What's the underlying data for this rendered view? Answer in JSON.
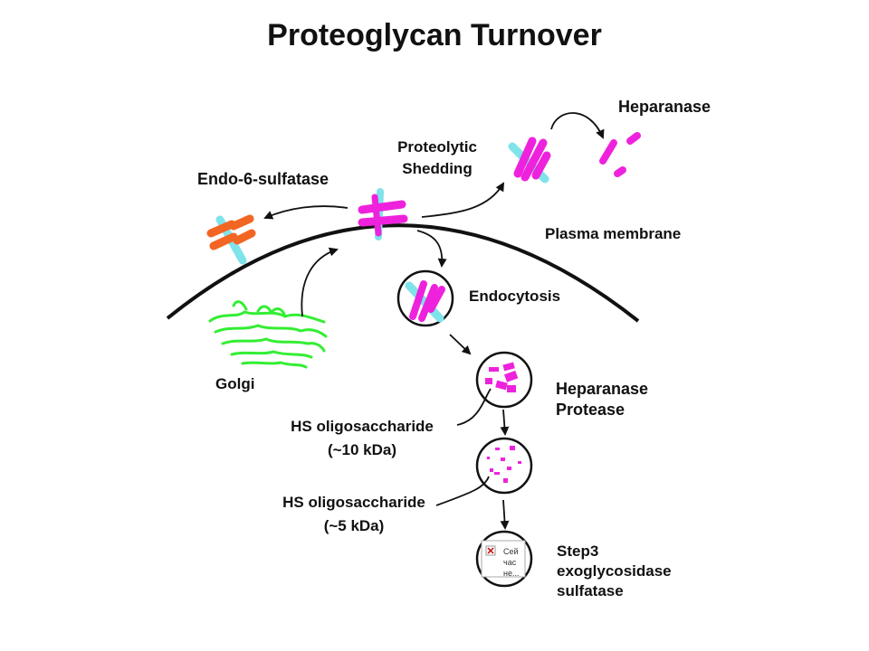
{
  "title": "Proteoglycan Turnover",
  "labels": {
    "heparanase_top": "Heparanase",
    "proteolytic_line1": "Proteolytic",
    "proteolytic_line2": "Shedding",
    "endo_sulfatase": "Endo-6-sulfatase",
    "plasma_membrane": "Plasma membrane",
    "endocytosis": "Endocytosis",
    "golgi": "Golgi",
    "heparanase_protease_line1": "Heparanase",
    "heparanase_protease_line2": "Protease",
    "hs_oligo_10_line1": "HS oligosaccharide",
    "hs_oligo_10_line2": "(~10 kDa)",
    "hs_oligo_5_line1": "HS oligosaccharide",
    "hs_oligo_5_line2": "(~5 kDa)",
    "step3_line1": "Step3",
    "step3_line2": "exoglycosidase",
    "step3_line3": "sulfatase"
  },
  "broken_image": {
    "text_line1": "Сей",
    "text_line2": "час",
    "text_line3": "не..."
  },
  "colors": {
    "magenta": "#ee22dd",
    "cyan": "#7fe3ea",
    "orange": "#f26522",
    "green": "#33ee33",
    "line": "#111111"
  }
}
